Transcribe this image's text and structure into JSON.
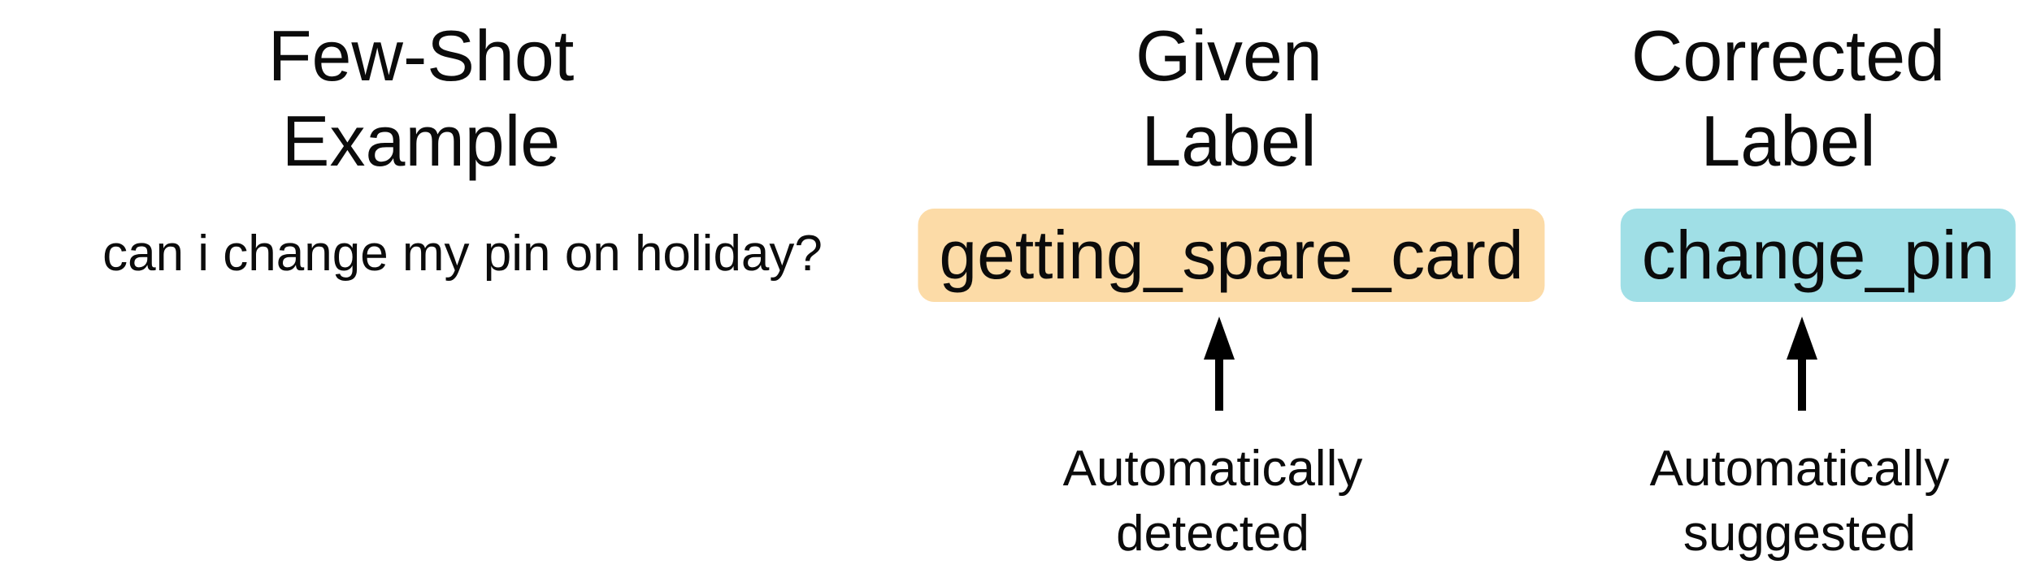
{
  "figure": {
    "background_color": "#ffffff",
    "text_color": "#0b0b0b",
    "arrow_color": "#000000",
    "columns": [
      {
        "id": "few_shot_example",
        "header": "Few-Shot\nExample"
      },
      {
        "id": "given_label",
        "header": "Given\nLabel"
      },
      {
        "id": "corrected_label",
        "header": "Corrected\nLabel"
      }
    ],
    "example": {
      "text": "can i change my pin on holiday?"
    },
    "given": {
      "label": "getting_spare_card",
      "chip_color": "#FCDBA7",
      "arrow_icon": "up-arrow",
      "annotation": "Automatically\ndetected"
    },
    "corrected": {
      "label": "change_pin",
      "chip_color": "#A0DFE6",
      "arrow_icon": "up-arrow",
      "annotation": "Automatically\nsuggested"
    }
  }
}
